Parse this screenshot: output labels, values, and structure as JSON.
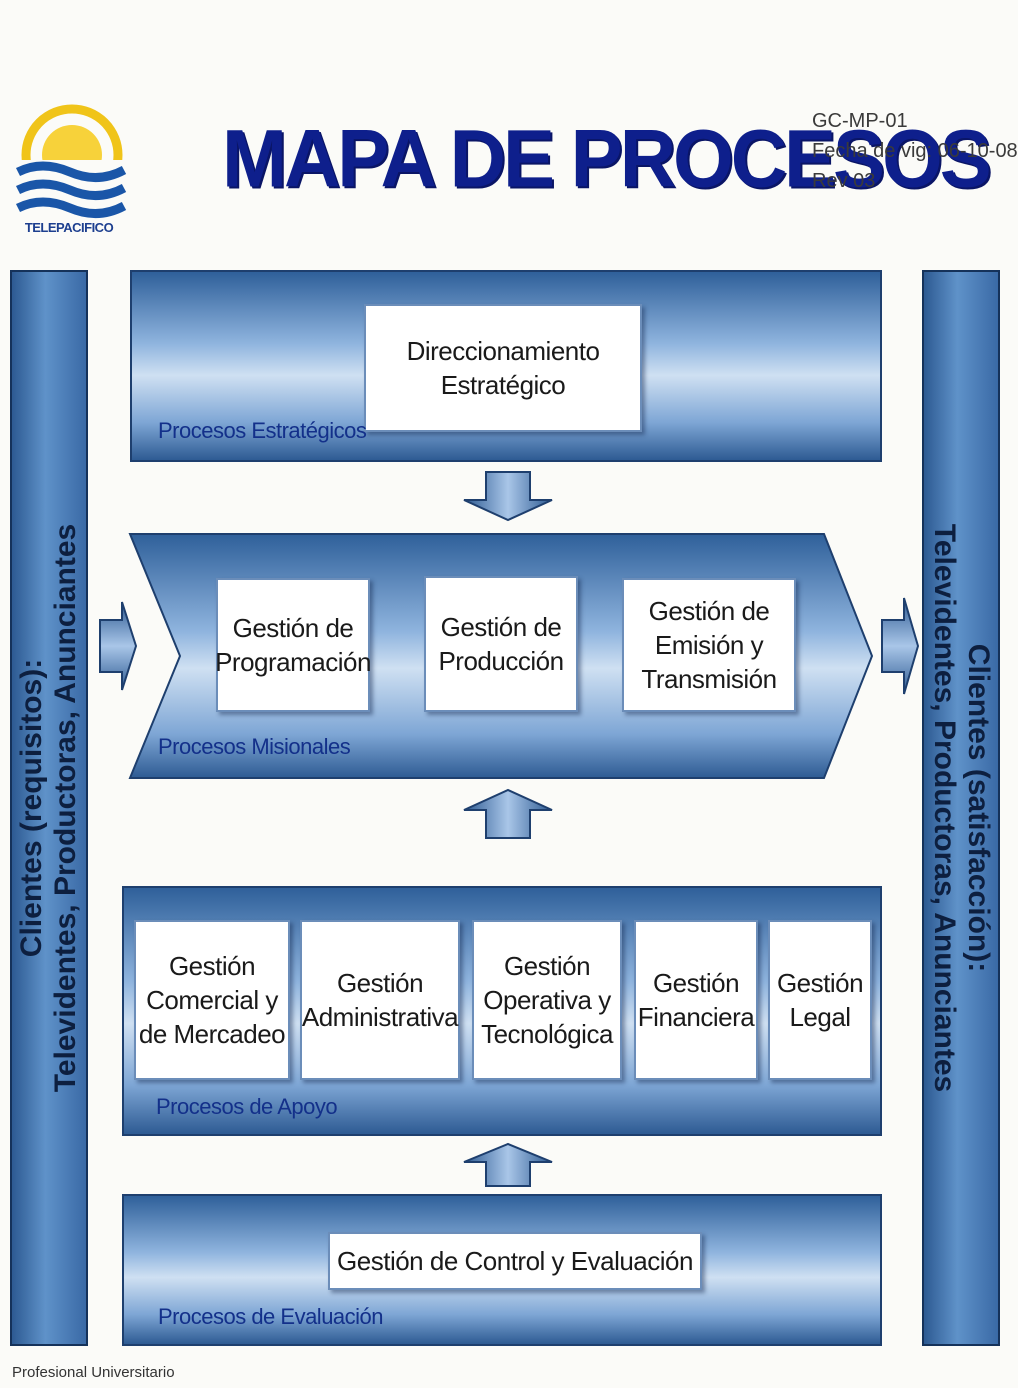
{
  "header": {
    "logo_text": "TELEPACIFICO",
    "title": "MAPA DE PROCESOS",
    "code": "GC-MP-01",
    "date": "Fecha de vig: 06-10-08",
    "revision": "Rev 03"
  },
  "left_column": {
    "line1": "Clientes (requisitos):",
    "line2": "Televidentes, Productoras, Anunciantes"
  },
  "right_column": {
    "line1": "Clientes (satisfacción):",
    "line2": "Televidentes, Productoras, Anunciantes"
  },
  "estrategicos": {
    "label": "Procesos Estratégicos",
    "box_line1": "Direccionamiento",
    "box_line2": "Estratégico"
  },
  "misionales": {
    "label": "Procesos Misionales",
    "boxes": [
      {
        "line1": "Gestión de",
        "line2": "Programación",
        "line3": ""
      },
      {
        "line1": "Gestión de",
        "line2": "Producción",
        "line3": ""
      },
      {
        "line1": "Gestión de",
        "line2": "Emisión y",
        "line3": "Transmisión"
      }
    ]
  },
  "apoyo": {
    "label": "Procesos de Apoyo",
    "boxes": [
      {
        "line1": "Gestión",
        "line2": "Comercial y",
        "line3": "de Mercadeo"
      },
      {
        "line1": "Gestión",
        "line2": "Administrativa",
        "line3": ""
      },
      {
        "line1": "Gestión",
        "line2": "Operativa y",
        "line3": "Tecnológica"
      },
      {
        "line1": "Gestión",
        "line2": "Financiera",
        "line3": ""
      },
      {
        "line1": "Gestión",
        "line2": "Legal",
        "line3": ""
      }
    ]
  },
  "evaluacion": {
    "label": "Procesos de Evaluación",
    "box": "Gestión de Control y Evaluación"
  },
  "footer": {
    "text": "Profesional Universitario"
  },
  "colors": {
    "title": "#0e1f8c",
    "band_dark": "#2f609a",
    "band_light": "#cfe0f2",
    "label": "#13308a"
  }
}
